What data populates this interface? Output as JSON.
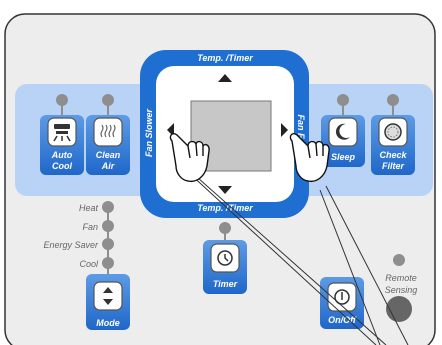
{
  "panel": {
    "top_label": "Temp. /Timer",
    "bottom_label": "Temp. /Timer",
    "left_label": "Fan Slower",
    "right_label": "Fan Fast"
  },
  "buttons": {
    "auto_cool": [
      "Auto",
      "Cool"
    ],
    "clean_air": [
      "Clean",
      "Air"
    ],
    "sleep": [
      "Sleep"
    ],
    "check_filter": [
      "Check",
      "Filter"
    ],
    "timer": [
      "Timer"
    ],
    "mode": [
      "Mode"
    ],
    "onoff": [
      "On/Off"
    ]
  },
  "mode_options": [
    "Heat",
    "Fan",
    "Energy Saver",
    "Cool"
  ],
  "remote_sensing": [
    "Remote",
    "Sensing"
  ],
  "icons": {
    "auto_cool": "fan-icon",
    "clean_air": "air-waves-icon",
    "sleep": "moon-icon",
    "check_filter": "filter-icon",
    "timer": "clock-icon",
    "mode": "up-down-arrows-icon",
    "onoff": "power-icon"
  },
  "colors": {
    "panel_bg": "#ededed",
    "blue": "#1f6fd2",
    "light_blue": "#b9d3f6",
    "indicator_gray": "#8e8e8e",
    "display_gray": "#c7c7c7"
  }
}
